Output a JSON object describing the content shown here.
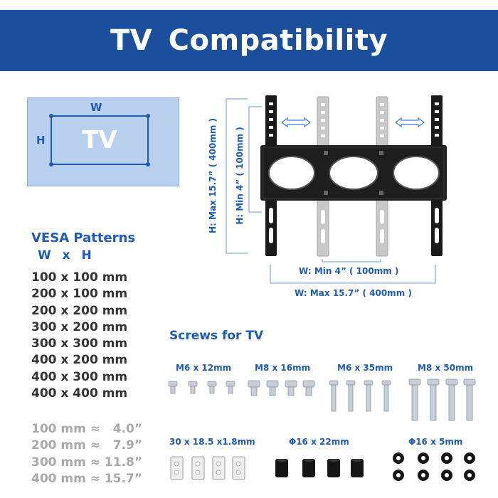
{
  "header": {
    "title": "TV  Compatibility"
  },
  "tv_diagram": {
    "tv_label": "TV",
    "width_label": "W",
    "height_label": "H"
  },
  "mount": {
    "h_max": "H:  Max  15.7” ( 400mm )",
    "h_min": "H:  Min  4” ( 100mm )",
    "w_min": "W:  Min  4” ( 100mm )",
    "w_max": "W:  Max  15.7” ( 400mm )"
  },
  "vesa": {
    "title": "VESA Patterns",
    "subtitle": "W  x  H",
    "patterns": [
      "100 x 100 mm",
      "200 x 100 mm",
      "200 x 200 mm",
      "300 x 200 mm",
      "300 x 300 mm",
      "400 x 200 mm",
      "400 x 300 mm",
      "400 x 400 mm"
    ],
    "conversions": [
      "100 mm ≈   4.0”",
      "200 mm ≈   7.9”",
      "300 mm ≈ 11.8”",
      "400 mm ≈ 15.7”"
    ]
  },
  "screws": {
    "title": "Screws for TV",
    "items": [
      {
        "label": "M6 x 12mm"
      },
      {
        "label": "M8 x 16mm"
      },
      {
        "label": "M6 x 35mm"
      },
      {
        "label": "M8 x 50mm"
      },
      {
        "label": "30 x 18.5 x1.8mm"
      },
      {
        "label": "Φ16 x 22mm"
      },
      {
        "label": "Φ16 x 5mm"
      }
    ]
  },
  "colors": {
    "brand_blue": "#1b4f9c",
    "accent_blue": "#1f5bb5",
    "light_blue": "#b8d0ee",
    "gray_text": "#a8a8a8"
  }
}
